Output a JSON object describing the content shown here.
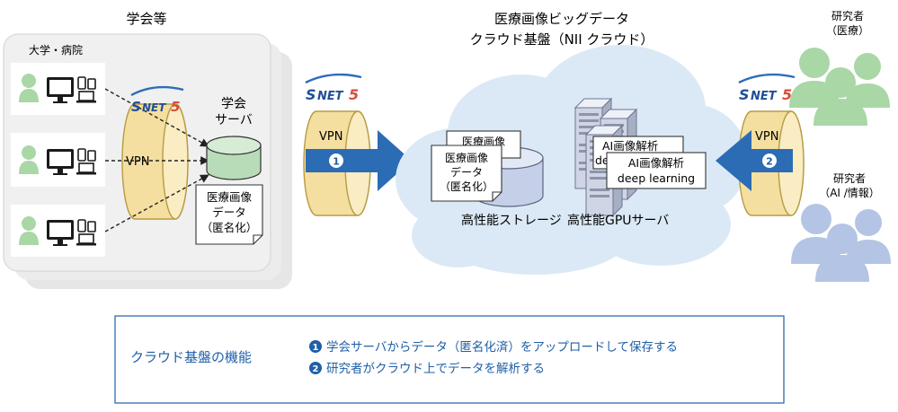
{
  "left_group": {
    "title": "学会等",
    "org_label": "大学・病院",
    "vpn_label": "VPN",
    "server_title_1": "学会",
    "server_title_2": "サーバ",
    "data_lines": [
      "医療画像",
      "データ",
      "（匿名化）"
    ]
  },
  "cloud": {
    "title_1": "医療画像ビッグデータ",
    "title_2": "クラウド基盤（NII クラウド）",
    "doc_back": "医療画像",
    "doc_front_lines": [
      "医療画像",
      "データ",
      "（匿名化）"
    ],
    "ai_back_1": "AI画像解析",
    "ai_back_2": "de",
    "ai_front_1": "AI画像解析",
    "ai_front_2": "deep learning",
    "storage_label": "高性能ストレージ",
    "gpu_label": "高性能GPUサーバ"
  },
  "sinet_logo": {
    "text": "SINET5",
    "s": "S",
    "net": "NET",
    "five": "5"
  },
  "link1": {
    "vpn_label": "VPN",
    "number": "1"
  },
  "link2": {
    "vpn_label": "VPN",
    "number": "2"
  },
  "researchers": {
    "medical_1": "研究者",
    "medical_2": "（医療）",
    "ai_1": "研究者",
    "ai_2": "（AI /情報）"
  },
  "legend": {
    "title": "クラウド基盤の機能",
    "item1_num": "1",
    "item1_text": "学会サーバからデータ（匿名化済）をアップロードして保存する",
    "item2_num": "2",
    "item2_text": "研究者がクラウド上でデータを解析する"
  },
  "colors": {
    "accent_blue": "#1f5fa8",
    "arrow_blue": "#2b6cb5",
    "cloud_fill": "#dbe9f6",
    "vpn_gold": "#f4dfa0",
    "server_green": "#b9dcb8",
    "person_green": "#a9d7a6",
    "person_blue": "#b4c4e4",
    "panel_gray": "#e6e6e6"
  },
  "icons": [
    "person-icon",
    "monitor-icon",
    "laptop-icon",
    "phone-icon",
    "server-cylinder-icon",
    "server-rack-icon",
    "storage-cylinder-icon",
    "arrow-icon"
  ]
}
